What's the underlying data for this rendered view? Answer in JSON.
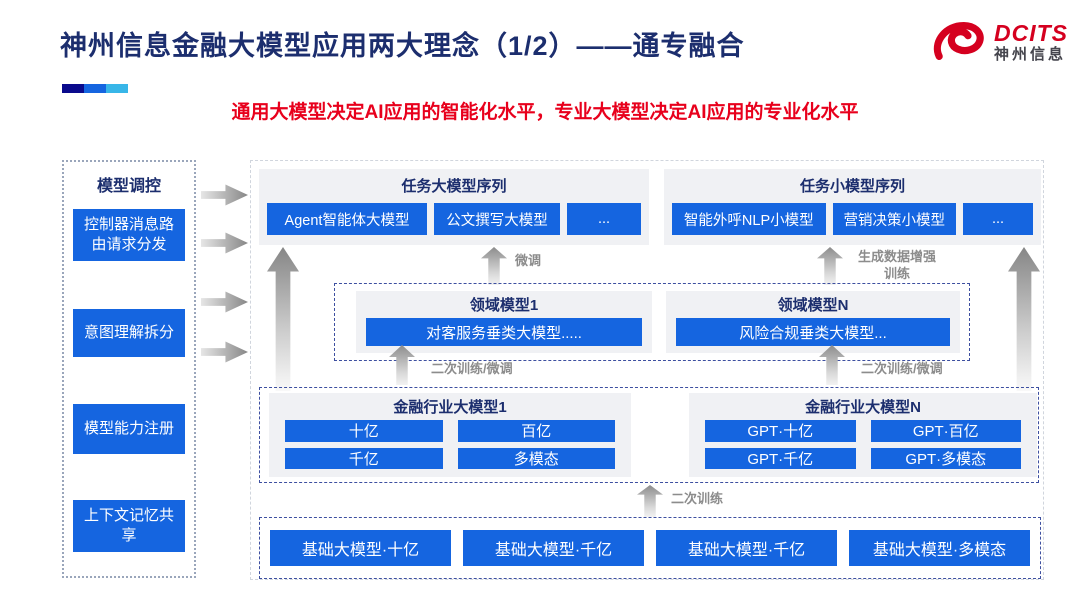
{
  "header": {
    "title": "神州信息金融大模型应用两大理念（1/2）——通专融合",
    "subtitle": "通用大模型决定AI应用的智能化水平，专业大模型决定AI应用的专业化水平",
    "logo": {
      "en": "DCITS",
      "cn": "神州信息"
    },
    "accent_colors": [
      "#0a0a8c",
      "#1565e0",
      "#38b6e8"
    ]
  },
  "colors": {
    "primary_blue": "#1565e0",
    "navy_text": "#1c2e6e",
    "red_accent": "#e8001c",
    "label_gray": "#8c8c8c"
  },
  "sidebar": {
    "title": "模型调控",
    "items": [
      "控制器消息路\n由请求分发",
      "意图理解拆分",
      "模型能力注册",
      "上下文记忆共\n享"
    ]
  },
  "diagram": {
    "task_large": {
      "title": "任务大模型序列",
      "items": [
        "Agent智能体大模型",
        "公文撰写大模型",
        "..."
      ]
    },
    "task_small": {
      "title": "任务小模型序列",
      "items": [
        "智能外呼NLP小模型",
        "营销决策小模型",
        "..."
      ]
    },
    "labels": {
      "finetune": "微调",
      "gen_data_training": "生成数据增强\n训练",
      "secondary_finetune": "二次训练/微调",
      "secondary_training": "二次训练"
    },
    "domain": [
      {
        "title": "领域模型1",
        "item": "对客服务垂类大模型....."
      },
      {
        "title": "领域模型N",
        "item": "风险合规垂类大模型..."
      }
    ],
    "industry": [
      {
        "title": "金融行业大模型1",
        "items": [
          "十亿",
          "百亿",
          "千亿",
          "多模态"
        ]
      },
      {
        "title": "金融行业大模型N",
        "items": [
          "GPT·十亿",
          "GPT·百亿",
          "GPT·千亿",
          "GPT·多模态"
        ]
      }
    ],
    "base_models": [
      "基础大模型·十亿",
      "基础大模型·千亿",
      "基础大模型·千亿",
      "基础大模型·多模态"
    ]
  }
}
